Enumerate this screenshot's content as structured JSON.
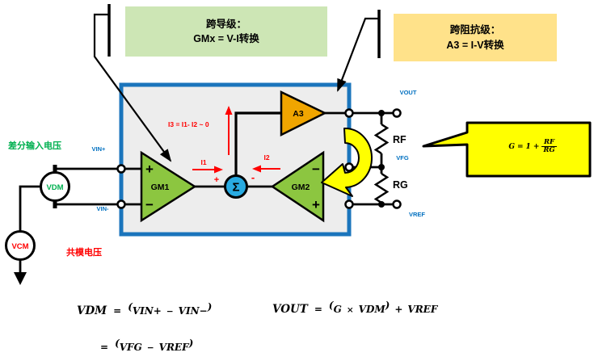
{
  "stage_callouts": {
    "gm": {
      "line1": "跨导级：",
      "line2": "GMx = V-I转换"
    },
    "a3": {
      "line1": "跨阻抗级：",
      "line2": "A3 = I-V转换"
    }
  },
  "gain_callout": {
    "lhs": "G",
    "eq": "=",
    "one": "1",
    "plus": "+",
    "num": "RF",
    "den": "RG"
  },
  "block": {
    "gm1": "GM1",
    "gm2": "GM2",
    "a3": "A3",
    "sigma": "Σ",
    "gm1_plus": "+",
    "gm1_minus": "−",
    "gm2_minus": "−",
    "gm2_plus": "+",
    "i3_equation": "I3 = I1- I2 ~ 0",
    "i1": "I1",
    "i2": "I2",
    "sum_plus": "+",
    "sum_minus": "-"
  },
  "nets": {
    "vin_plus": "VIN+",
    "vin_minus": "VIN-",
    "vout": "VOUT",
    "vfg": "VFG",
    "vref": "VREF",
    "rf": "RF",
    "rg": "RG"
  },
  "sources": {
    "vdm": "VDM",
    "vcm": "VCM",
    "diff_input_label": "差分输入电压",
    "common_mode_label": "共模电压"
  },
  "equations": {
    "vdm": {
      "lhs": "VDM",
      "eq": "=",
      "open": "(",
      "a": "VIN+",
      "minus": "−",
      "b": "VIN−",
      "close": ")"
    },
    "vdm2": {
      "eq": "=",
      "open": "(",
      "a": "VFG",
      "minus": "−",
      "b": "VREF",
      "close": ")"
    },
    "vout": {
      "lhs": "VOUT",
      "eq": "=",
      "open": "(",
      "a": "G",
      "times": "×",
      "b": "VDM",
      "close": ")",
      "plus": "+",
      "c": "VREF"
    }
  },
  "colors": {
    "box_border": "#1B75BC",
    "box_fill": "#EDEDED",
    "gm_fill": "#8CC640",
    "a3_fill": "#F0A500",
    "sigma_fill": "#29ABE2",
    "green_callout_bg": "#CDE6B5",
    "gold_callout_bg": "#FFE28A",
    "highlight_yellow": "#FFFF00",
    "net_label": "#0070C0",
    "red": "#FF0000",
    "green_text": "#00B050"
  }
}
